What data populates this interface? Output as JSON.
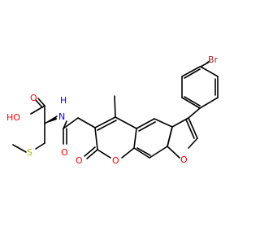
{
  "molecule": {
    "atoms": {
      "br": "Br",
      "o_acid_carbonyl": "O",
      "oh": "HO",
      "nh": "H",
      "n": "N",
      "s": "S",
      "o_amide": "O",
      "o_lactone_ring": "O",
      "o_lactone_carbonyl": "O",
      "o_furan": "O"
    },
    "colors": {
      "oxygen": "#ff0000",
      "nitrogen": "#0000ff",
      "sulfur": "#b2b200",
      "bromine": "#a52a2a",
      "bond": "#000000"
    }
  }
}
